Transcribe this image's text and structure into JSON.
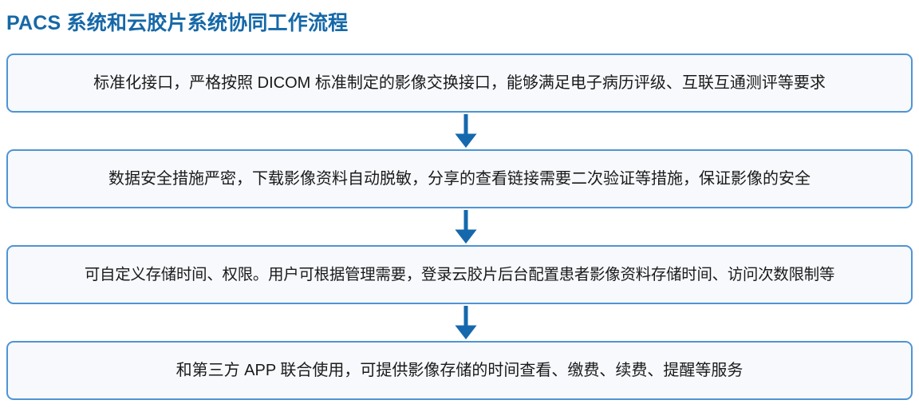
{
  "page": {
    "title": "PACS 系统和云胶片系统协同工作流程",
    "title_color": "#1568a8",
    "background_color": "#ffffff"
  },
  "diagram": {
    "type": "vertical-flowchart",
    "box_fill_color": "#f7f9fd",
    "box_border_color": "#4f94d4",
    "arrow_color": "#1668ac",
    "text_color": "#1a1a1a",
    "steps": [
      {
        "index": 1,
        "text": "标准化接口，严格按照 DICOM 标准制定的影像交换接口，能够满足电子病历评级、互联互通测评等要求"
      },
      {
        "index": 2,
        "text": "数据安全措施严密，下载影像资料自动脱敏，分享的查看链接需要二次验证等措施，保证影像的安全"
      },
      {
        "index": 3,
        "text": "可自定义存储时间、权限。用户可根据管理需要，登录云胶片后台配置患者影像资料存储时间、访问次数限制等"
      },
      {
        "index": 4,
        "text": "和第三方 APP 联合使用，可提供影像存储的时间查看、缴费、续费、提醒等服务"
      }
    ],
    "connectors": [
      {
        "index": 1,
        "icon": "arrow-down-icon"
      },
      {
        "index": 2,
        "icon": "arrow-down-icon"
      },
      {
        "index": 3,
        "icon": "arrow-down-icon"
      }
    ]
  }
}
